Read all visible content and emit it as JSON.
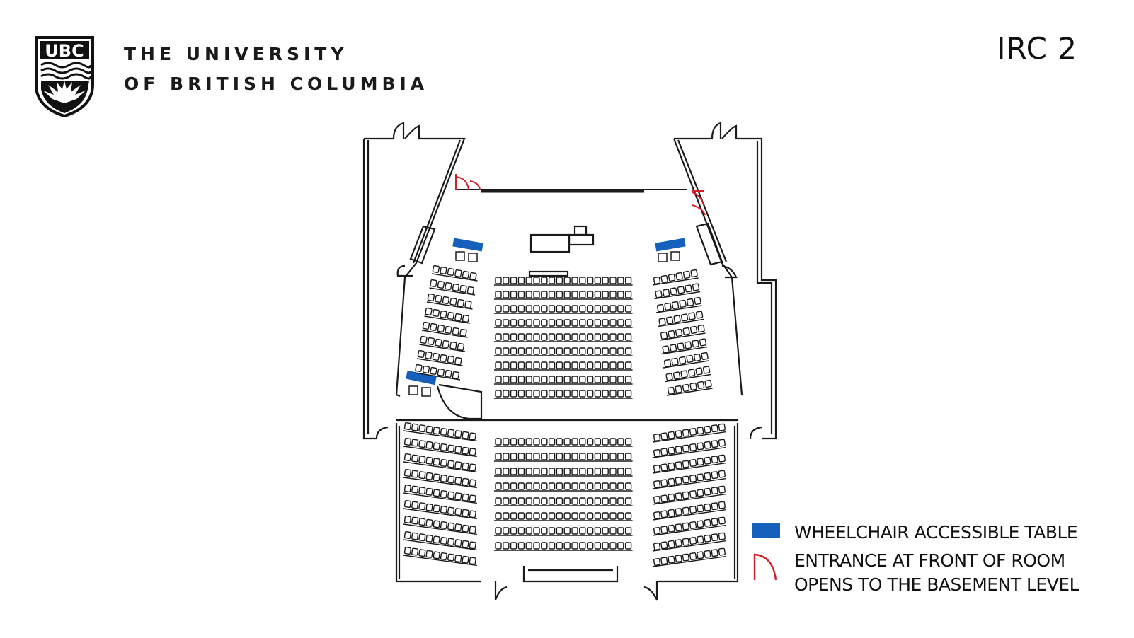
{
  "header": {
    "logo": {
      "icon": "ubc-crest-icon",
      "text": "UBC"
    },
    "university_line1": "THE UNIVERSITY",
    "university_line2": "OF BRITISH COLUMBIA",
    "room_title": "IRC 2"
  },
  "legend": {
    "accessible_label": "WHEELCHAIR ACCESSIBLE TABLE",
    "entrance_label_line1": "ENTRANCE AT FRONT OF ROOM",
    "entrance_label_line2": "OPENS TO THE BASEMENT LEVEL",
    "accessible_color": "#1560bd",
    "entrance_color": "#d0202a"
  },
  "colors": {
    "wall": "#1a1a1a",
    "accessible": "#1560bd",
    "door": "#d0202a"
  }
}
